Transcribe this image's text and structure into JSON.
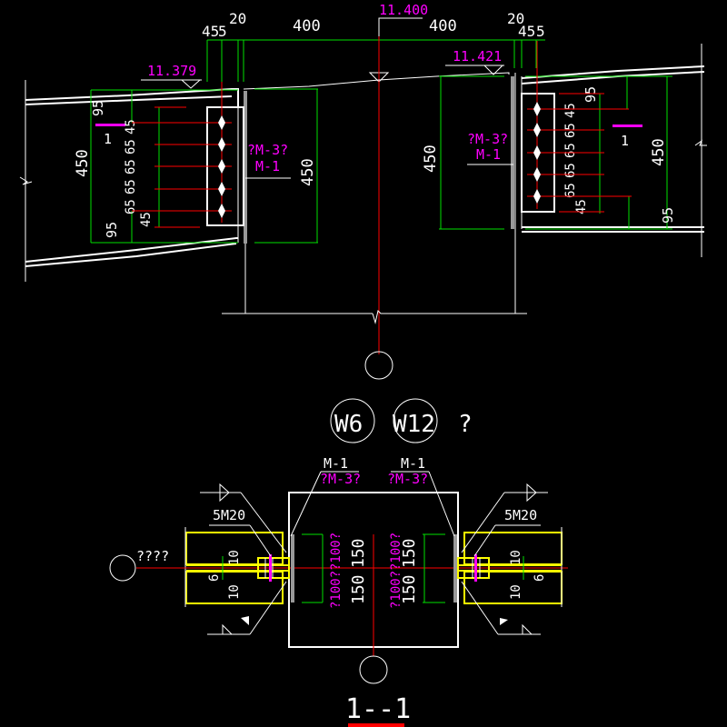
{
  "drawing": {
    "title": "1--1",
    "colors": {
      "background": "#000000",
      "line": "#ffffff",
      "dimension": "#00e000",
      "centerline": "#ff0000",
      "annotation": "#ff00ff",
      "plate": "#ffff00",
      "title_underline": "#ff0000"
    },
    "elevation": {
      "top_dims": [
        "45",
        "5",
        "20",
        "400",
        "400",
        "20",
        "45",
        "5"
      ],
      "levels": [
        "11.400",
        "11.379",
        "11.421"
      ],
      "left_beam": {
        "depth": "450",
        "top_dim": "95",
        "bottom_dim": "95",
        "bolt_dims": [
          "45",
          "65",
          "65",
          "65",
          "65",
          "45"
        ],
        "section_mark": "1"
      },
      "right_beam": {
        "depth": "450",
        "top_dim": "95",
        "bottom_dim": "95",
        "bolt_dims": [
          "45",
          "65",
          "65",
          "65",
          "65",
          "45"
        ],
        "section_mark": "1"
      },
      "column_labels": {
        "left_depth": "450",
        "right_depth": "450",
        "left_tag_top": "?M-3?",
        "left_tag_bottom": "M-1",
        "right_tag_top": "?M-3?",
        "right_tag_bottom": "M-1"
      }
    },
    "axis_labels": [
      "W6",
      "W12",
      "?"
    ],
    "section": {
      "left_tag_top": "M-1",
      "left_tag_bottom": "?M-3?",
      "right_tag_top": "M-1",
      "right_tag_bottom": "?M-3?",
      "left_bolts": "5M20",
      "right_bolts": "5M20",
      "left_axis_note": "????",
      "left_plate_dims": [
        "10",
        "10",
        "6"
      ],
      "right_plate_dims": [
        "10",
        "10",
        "6"
      ],
      "left_vert_dims": [
        "150",
        "150"
      ],
      "left_vert_notes": [
        "?100?",
        "?100?"
      ],
      "right_vert_dims": [
        "150",
        "150"
      ],
      "right_vert_notes": [
        "?100?",
        "?100?"
      ]
    }
  }
}
